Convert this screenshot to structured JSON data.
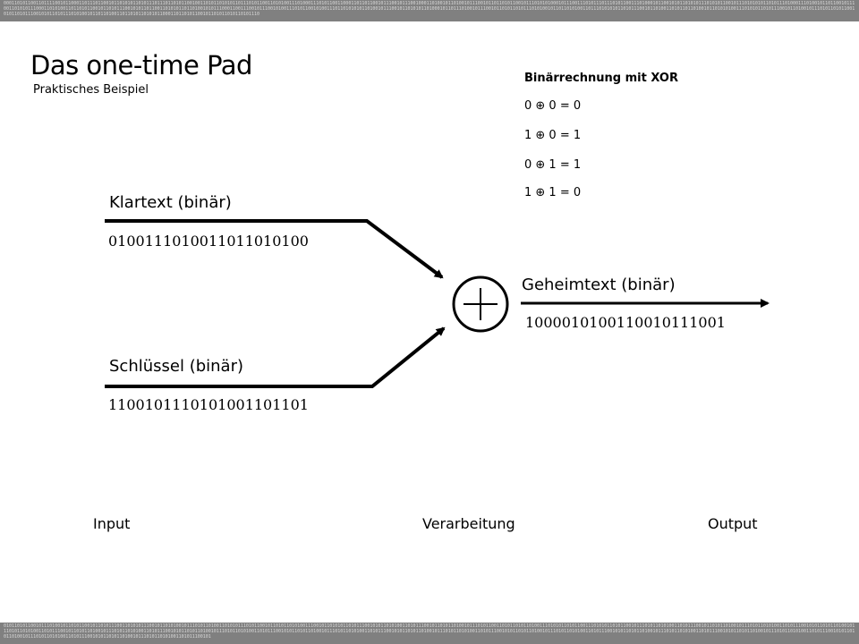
{
  "header_bits": "0001101011001101111001011000110111011001011010101101011101110110101100100110101101010110111010110011010100111010001110101100110001101101100101110010111001000110100101101001011100101101101011001011101010100010111001110101110111010110011101000101100101011010101110101011001011101010101101011101000111010010110110010111001101010111000110101001101101011001011010111001010110110011010101101101001010111000110011100101110010100111010110010100111011010101011010010111001011010101101000101101110100101110010110101101011101010010110110101001101110101010110101110010110100110101101101001011010101001110101011010111001011010010111010110101100101011010111001010110101110101001011011010011011010110101011000110110101100101101011010110101110",
  "footer_bits": "0101101011001011101001011010110010110101110011010101110010110101001011101011010011010101110101100101101011010100111001011010101101011100101011010100110101110010110101101001011101011001101011010110100111010101101011001110101011010110010111010110101001101011100101101011010010111010110101001101011100101011010110100101110101101010011010111001011010110100101110101101010011010111001010110101101001011101011010100110101110010101101011010010111010110101001101011100101011010110100101110101101010011010111001010110101101001011101011010100110101110010101101011010010111010110101001101011100101011010110100101110101101010011010111001010110101101001011101011010100110101110010101101011010010111010110101001101011100101",
  "title": "Das one-time Pad",
  "subtitle": "Praktisches Beispiel",
  "xor_table": {
    "heading": "Binärrechnung mit XOR",
    "rules": [
      "0 ⊕ 0 = 0",
      "1 ⊕ 0 = 1",
      "0 ⊕ 1 = 1",
      "1 ⊕ 1 = 0"
    ]
  },
  "plaintext": {
    "label": "Klartext (binär)",
    "bits": "0100111010011011010100"
  },
  "key": {
    "label": "Schlüssel (binär)",
    "bits": "1100101110101001101101"
  },
  "ciphertext": {
    "label": "Geheimtext (binär)",
    "bits": "1000010100110010111001"
  },
  "operator_icon": "xor-plus-circle-icon",
  "stages": {
    "input": "Input",
    "processing": "Verarbeitung",
    "output": "Output"
  }
}
